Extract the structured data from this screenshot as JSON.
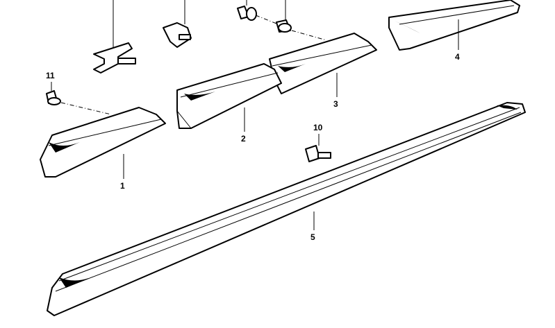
{
  "diagram": {
    "callouts": {
      "p1": "1",
      "p2": "2",
      "p3": "3",
      "p4": "4",
      "p5": "5",
      "p10": "10",
      "p11": "11"
    }
  }
}
